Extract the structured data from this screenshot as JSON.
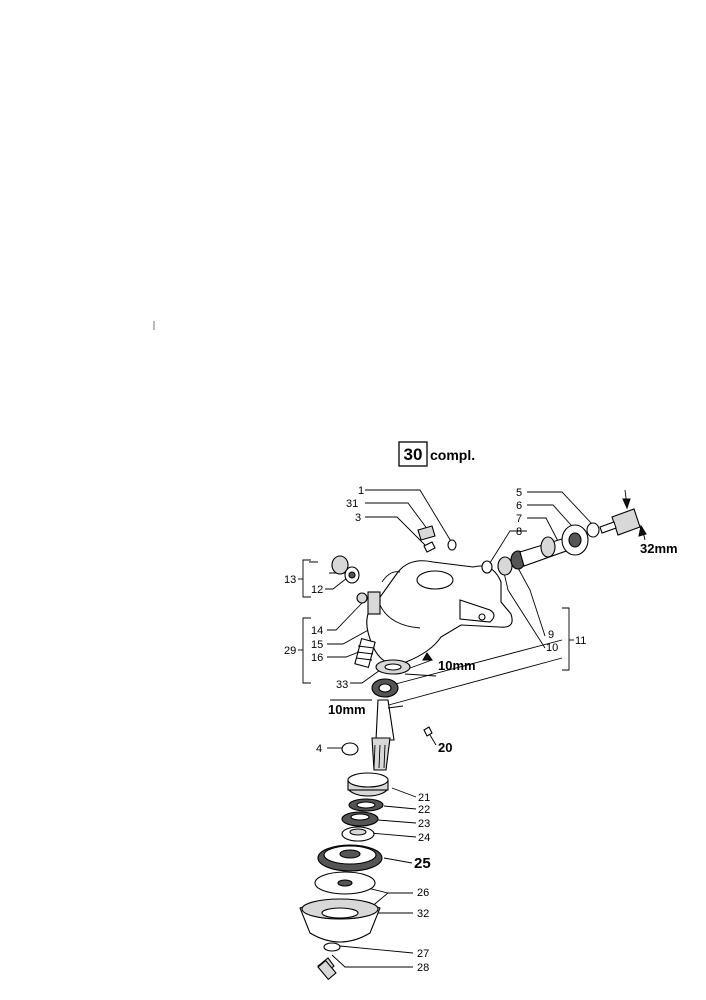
{
  "title_box": {
    "number": "30",
    "text": "compl."
  },
  "dimensions": {
    "shaft": "32mm",
    "upper": "10mm",
    "lower": "10mm"
  },
  "labels": {
    "p1": "1",
    "p31": "31",
    "p3": "3",
    "p5": "5",
    "p6": "6",
    "p7": "7",
    "p8": "8",
    "p13": "13",
    "p12": "12",
    "p14": "14",
    "p15": "15",
    "p16": "16",
    "p29": "29",
    "p33": "33",
    "p9": "9",
    "p10": "10",
    "p11": "11",
    "p4": "4",
    "p20": "20",
    "p21": "21",
    "p22": "22",
    "p23": "23",
    "p24": "24",
    "p25": "25",
    "p26": "26",
    "p32": "32",
    "p27": "27",
    "p28": "28"
  }
}
